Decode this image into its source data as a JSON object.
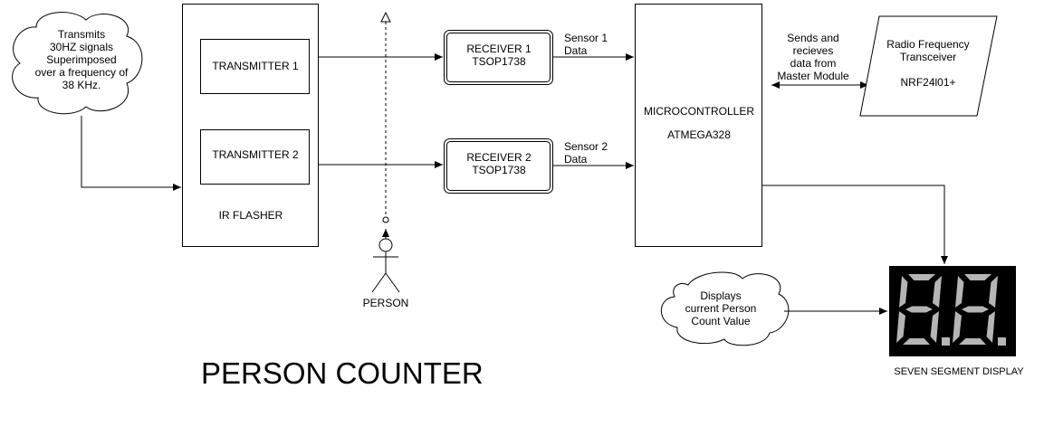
{
  "diagram": {
    "title": "PERSON COUNTER",
    "cloud_transmit": [
      "Transmits",
      "30HZ signals",
      "Superimposed",
      "over a frequency of",
      "38 KHz."
    ],
    "ir_flasher": {
      "label": "IR FLASHER",
      "transmitter1": "TRANSMITTER 1",
      "transmitter2": "TRANSMITTER 2"
    },
    "receiver1": {
      "line1": "RECEIVER 1",
      "line2": "TSOP1738"
    },
    "receiver2": {
      "line1": "RECEIVER 2",
      "line2": "TSOP1738"
    },
    "sensor1": [
      "Sensor 1",
      "Data"
    ],
    "sensor2": [
      "Sensor 2",
      "Data"
    ],
    "microcontroller": {
      "line1": "MICROCONTROLLER",
      "line2": "ATMEGA328"
    },
    "rf_link": [
      "Sends and",
      "recieves",
      "data from",
      "Master Module"
    ],
    "rf_transceiver": {
      "line1": "Radio Frequency",
      "line2": "Transceiver",
      "line3": "NRF24l01+"
    },
    "person": "PERSON",
    "cloud_display": [
      "Displays",
      "current Person",
      "Count Value"
    ],
    "seven_segment": {
      "label": "SEVEN SEGMENT DISPLAY",
      "color_bg": "#000000",
      "color_segment": "#b5b5b5"
    }
  }
}
